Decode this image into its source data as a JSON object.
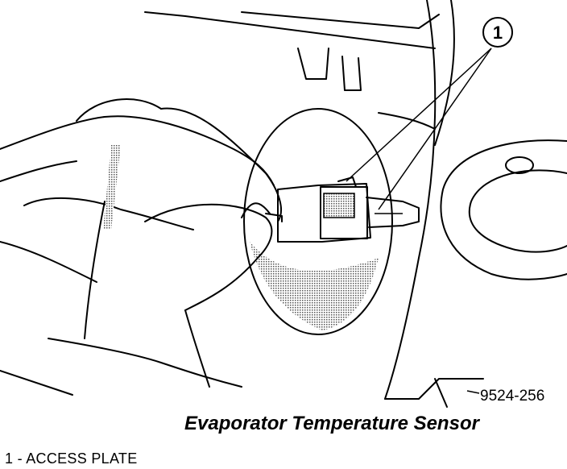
{
  "figure": {
    "callout_number": "1",
    "figure_code": "9524-256",
    "caption": "Evaporator Temperature Sensor"
  },
  "legend": [
    {
      "text": "1 - ACCESS PLATE"
    }
  ],
  "colors": {
    "line": "#000000",
    "shade": "#888888",
    "background": "#ffffff"
  }
}
